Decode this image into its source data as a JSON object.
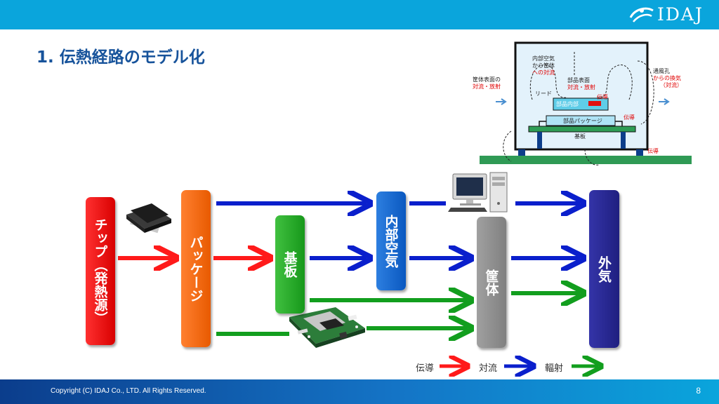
{
  "header": {
    "logo_text": "IDAJ",
    "logo_icon": "idaj-swirl-logo"
  },
  "slide": {
    "title": "1. 伝熱経路のモデル化",
    "page_number": "8"
  },
  "footer": {
    "copyright": "Copyright (C) IDAJ Co., LTD. All Rights Reserved."
  },
  "flow": {
    "nodes": {
      "chip": "チップ（発熱源）",
      "package": "パッケージ",
      "board": "基板",
      "internal_air": "内部空気",
      "casing": "筐体",
      "outside_air": "外気"
    },
    "images": [
      "ic-chip-image",
      "desktop-pc-image",
      "circuit-board-image"
    ]
  },
  "legend": {
    "conduction": "伝導",
    "convection": "対流",
    "radiation": "輻射"
  },
  "colors": {
    "conduction": "#ff1a1a",
    "convection": "#0a1fcc",
    "radiation": "#129e1e",
    "title": "#17539b",
    "topbar": "#0aa5dc"
  },
  "figure": {
    "case_surface_1": "筐体表面の",
    "case_surface_2": "対流・放射",
    "internal_air_1": "内部空気",
    "internal_air_2": "から筐体",
    "internal_air_3": "への対流",
    "vent_1": "通風孔",
    "vent_2": "からの換気",
    "vent_3": "（対流）",
    "part_surface_1": "部品表面",
    "part_surface_2": "対流・放射",
    "lead": "リード",
    "part_internal": "部品内部",
    "conduction_1": "伝導",
    "part_package": "部品パッケージ",
    "conduction_2": "伝導",
    "substrate": "基板",
    "conduction_3": "伝導"
  }
}
